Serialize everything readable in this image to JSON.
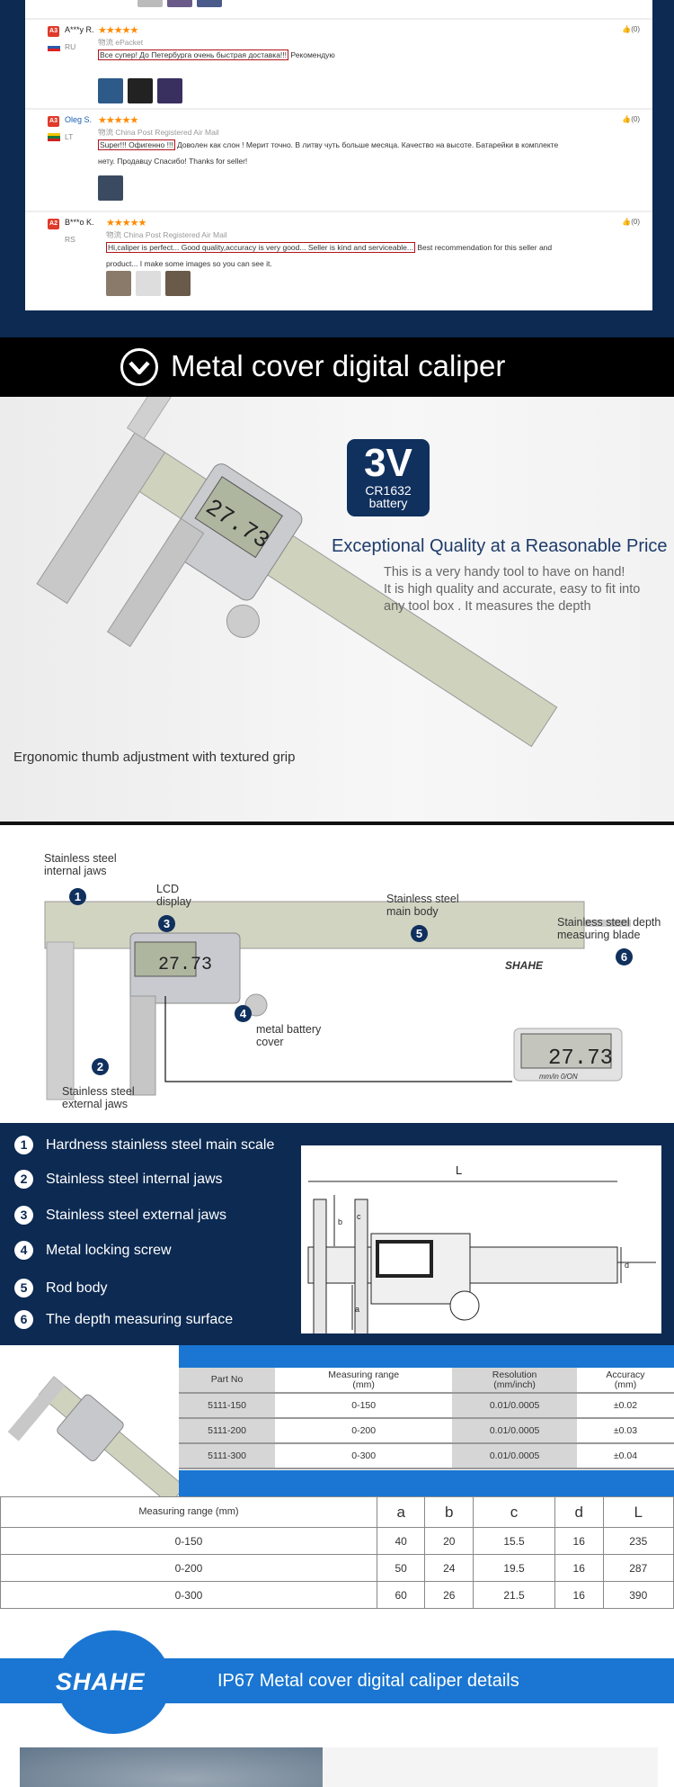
{
  "reviews": [
    {
      "badge": "A3",
      "name": "A***y R.",
      "country": "RU",
      "flag": "russia",
      "stars": "★★★★★",
      "shipping": "物流 ePacket",
      "highlight": "Все супер! До Петербурга очень быстрая доставка!!!",
      "text": " Рекомендую",
      "likes": "(0)"
    },
    {
      "badge": "A3",
      "name": "Oleg S.",
      "country": "LT",
      "flag": "lithuania",
      "stars": "★★★★★",
      "shipping": "物流 China Post Registered Air Mail",
      "highlight": "Super!!! Офигенно !!!",
      "text": " Доволен как слон ! Мерит точно. В литву чуть больше месяца. Качество на высоте. Батарейки в комплекте нету. Продавцу Спасибо! Thanks for seller!",
      "likes": "(0)"
    },
    {
      "badge": "A2",
      "name": "B***o K.",
      "country": "RS",
      "stars": "★★★★★",
      "shipping": "物流 China Post Registered Air Mail",
      "highlight": "Hi,caliper is perfect... Good quality,accuracy is very good... Seller is kind and serviceable...",
      "text": " Best recommendation for this seller and product... I make some images so you can see it.",
      "likes": "(0)"
    }
  ],
  "banner1": {
    "title": "Metal cover digital caliper",
    "icon": "chevron-down-circle-icon"
  },
  "feature": {
    "badge_big": "3V",
    "badge_line1": "CR1632",
    "badge_line2": "battery",
    "tagline": "Exceptional Quality at a Reasonable Price",
    "para": [
      "This is a very handy tool to have on hand!",
      "It is high quality and accurate, easy to fit into",
      "any tool box . It measures the depth"
    ],
    "ergo": "Ergonomic thumb adjustment with textured grip",
    "lcd": "27.73"
  },
  "parts": {
    "labels": [
      {
        "n": "1",
        "text": [
          "Stainless steel",
          "internal jaws"
        ]
      },
      {
        "n": "2",
        "text": [
          "Stainless steel",
          "external jaws"
        ]
      },
      {
        "n": "3",
        "text": [
          "LCD",
          "display"
        ]
      },
      {
        "n": "4",
        "text": [
          "metal battery",
          "cover"
        ]
      },
      {
        "n": "5",
        "text": [
          "Stainless steel",
          "main body"
        ]
      },
      {
        "n": "6",
        "text": [
          "Stainless steel depth",
          "measuring blade"
        ]
      }
    ],
    "brand": "SHAHE",
    "lcd": "27.73",
    "lcd_buttons": "mm/in  0/ON"
  },
  "features_list": [
    {
      "n": "1",
      "text": "Hardness stainless steel main scale"
    },
    {
      "n": "2",
      "text": "Stainless steel internal jaws"
    },
    {
      "n": "3",
      "text": "Stainless steel external jaws"
    },
    {
      "n": "4",
      "text": "Metal locking screw"
    },
    {
      "n": "5",
      "text": "Rod body"
    },
    {
      "n": "6",
      "text": "The depth measuring surface"
    }
  ],
  "diagram_labels": {
    "L": "L",
    "a": "a",
    "b": "b",
    "c": "c",
    "d": "d"
  },
  "spec_table": {
    "headers": [
      [
        "Part No"
      ],
      [
        "Measuring range",
        "(mm)"
      ],
      [
        "Resolution",
        "(mm/inch)"
      ],
      [
        "Accuracy",
        "(mm)"
      ]
    ],
    "rows": [
      [
        "5111-150",
        "0-150",
        "0.01/0.0005",
        "±0.02"
      ],
      [
        "5111-200",
        "0-200",
        "0.01/0.0005",
        "±0.03"
      ],
      [
        "5111-300",
        "0-300",
        "0.01/0.0005",
        "±0.04"
      ]
    ]
  },
  "dim_table": {
    "headers": [
      "Measuring range (mm)",
      "a",
      "b",
      "c",
      "d",
      "L"
    ],
    "rows": [
      [
        "0-150",
        "40",
        "20",
        "15.5",
        "16",
        "235"
      ],
      [
        "0-200",
        "50",
        "24",
        "19.5",
        "16",
        "287"
      ],
      [
        "0-300",
        "60",
        "26",
        "21.5",
        "16",
        "390"
      ]
    ]
  },
  "banner2": {
    "logo": "SHAHE",
    "title": "IP67 Metal cover digital caliper details"
  },
  "colors": {
    "navy": "#0c2a52",
    "blue": "#1a76d2",
    "star": "#ff8a00",
    "highlight_border": "#b2121a"
  }
}
